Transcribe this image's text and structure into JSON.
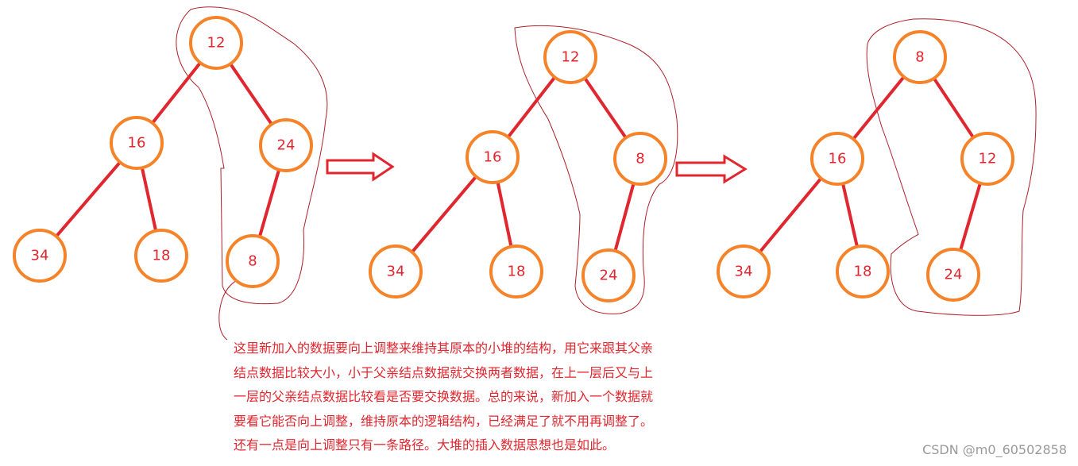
{
  "colors": {
    "node_stroke": "#f5832a",
    "edge": "#e0262e",
    "label": "#e0262e",
    "sketch": "#b0202a",
    "text": "#e0262e",
    "watermark": "#9a9a9a"
  },
  "trees": [
    {
      "name": "before-adjust",
      "nodes": [
        {
          "id": "a",
          "label": "12"
        },
        {
          "id": "b",
          "label": "16"
        },
        {
          "id": "c",
          "label": "24"
        },
        {
          "id": "d",
          "label": "34"
        },
        {
          "id": "e",
          "label": "18"
        },
        {
          "id": "f",
          "label": "8"
        }
      ],
      "edges": [
        [
          "a",
          "b"
        ],
        [
          "a",
          "c"
        ],
        [
          "b",
          "d"
        ],
        [
          "b",
          "e"
        ],
        [
          "c",
          "f"
        ]
      ]
    },
    {
      "name": "after-first-swap",
      "nodes": [
        {
          "id": "a",
          "label": "12"
        },
        {
          "id": "b",
          "label": "16"
        },
        {
          "id": "c",
          "label": "8"
        },
        {
          "id": "d",
          "label": "34"
        },
        {
          "id": "e",
          "label": "18"
        },
        {
          "id": "f",
          "label": "24"
        }
      ],
      "edges": [
        [
          "a",
          "b"
        ],
        [
          "a",
          "c"
        ],
        [
          "b",
          "d"
        ],
        [
          "b",
          "e"
        ],
        [
          "c",
          "f"
        ]
      ]
    },
    {
      "name": "after-second-swap",
      "nodes": [
        {
          "id": "a",
          "label": "8"
        },
        {
          "id": "b",
          "label": "16"
        },
        {
          "id": "c",
          "label": "12"
        },
        {
          "id": "d",
          "label": "34"
        },
        {
          "id": "e",
          "label": "18"
        },
        {
          "id": "f",
          "label": "24"
        }
      ],
      "edges": [
        [
          "a",
          "b"
        ],
        [
          "a",
          "c"
        ],
        [
          "b",
          "d"
        ],
        [
          "b",
          "e"
        ],
        [
          "c",
          "f"
        ]
      ]
    }
  ],
  "description": {
    "lines": [
      "这里新加入的数据要向上调整来维持其原本的小堆的结构，用它来跟其父亲",
      "结点数据比较大小，小于父亲结点数据就交换两者数据，在上一层后又与上",
      "一层的父亲结点数据比较看是否要交换数据。总的来说，新加入一个数据就",
      "要看它能否向上调整，维持原本的逻辑结构，已经满足了就不用再调整了。",
      "还有一点是向上调整只有一条路径。大堆的插入数据思想也是如此。"
    ]
  },
  "watermark": "CSDN @m0_60502858"
}
